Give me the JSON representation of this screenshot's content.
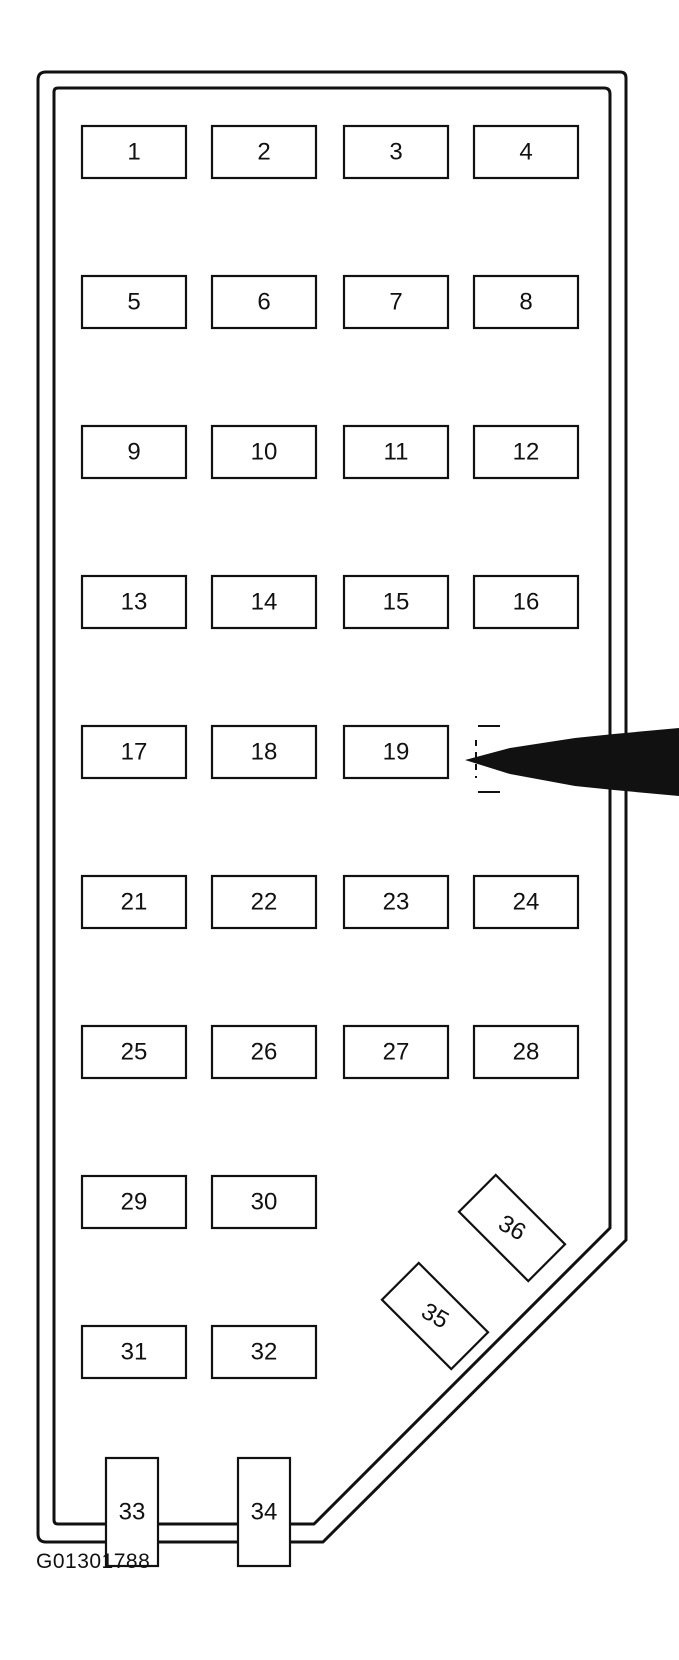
{
  "figure_id": "G01301788",
  "fuses": [
    {
      "id": "1",
      "label": "1"
    },
    {
      "id": "2",
      "label": "2"
    },
    {
      "id": "3",
      "label": "3"
    },
    {
      "id": "4",
      "label": "4"
    },
    {
      "id": "5",
      "label": "5"
    },
    {
      "id": "6",
      "label": "6"
    },
    {
      "id": "7",
      "label": "7"
    },
    {
      "id": "8",
      "label": "8"
    },
    {
      "id": "9",
      "label": "9"
    },
    {
      "id": "10",
      "label": "10"
    },
    {
      "id": "11",
      "label": "11"
    },
    {
      "id": "12",
      "label": "12"
    },
    {
      "id": "13",
      "label": "13"
    },
    {
      "id": "14",
      "label": "14"
    },
    {
      "id": "15",
      "label": "15"
    },
    {
      "id": "16",
      "label": "16"
    },
    {
      "id": "17",
      "label": "17"
    },
    {
      "id": "18",
      "label": "18"
    },
    {
      "id": "19",
      "label": "19"
    },
    {
      "id": "21",
      "label": "21"
    },
    {
      "id": "22",
      "label": "22"
    },
    {
      "id": "23",
      "label": "23"
    },
    {
      "id": "24",
      "label": "24"
    },
    {
      "id": "25",
      "label": "25"
    },
    {
      "id": "26",
      "label": "26"
    },
    {
      "id": "27",
      "label": "27"
    },
    {
      "id": "28",
      "label": "28"
    },
    {
      "id": "29",
      "label": "29"
    },
    {
      "id": "30",
      "label": "30"
    },
    {
      "id": "31",
      "label": "31"
    },
    {
      "id": "32",
      "label": "32"
    },
    {
      "id": "33",
      "label": "33"
    },
    {
      "id": "34",
      "label": "34"
    },
    {
      "id": "35",
      "label": "35"
    },
    {
      "id": "36",
      "label": "36"
    }
  ],
  "highlighted_position": "20",
  "colors": {
    "line": "#111111",
    "background": "#ffffff"
  }
}
